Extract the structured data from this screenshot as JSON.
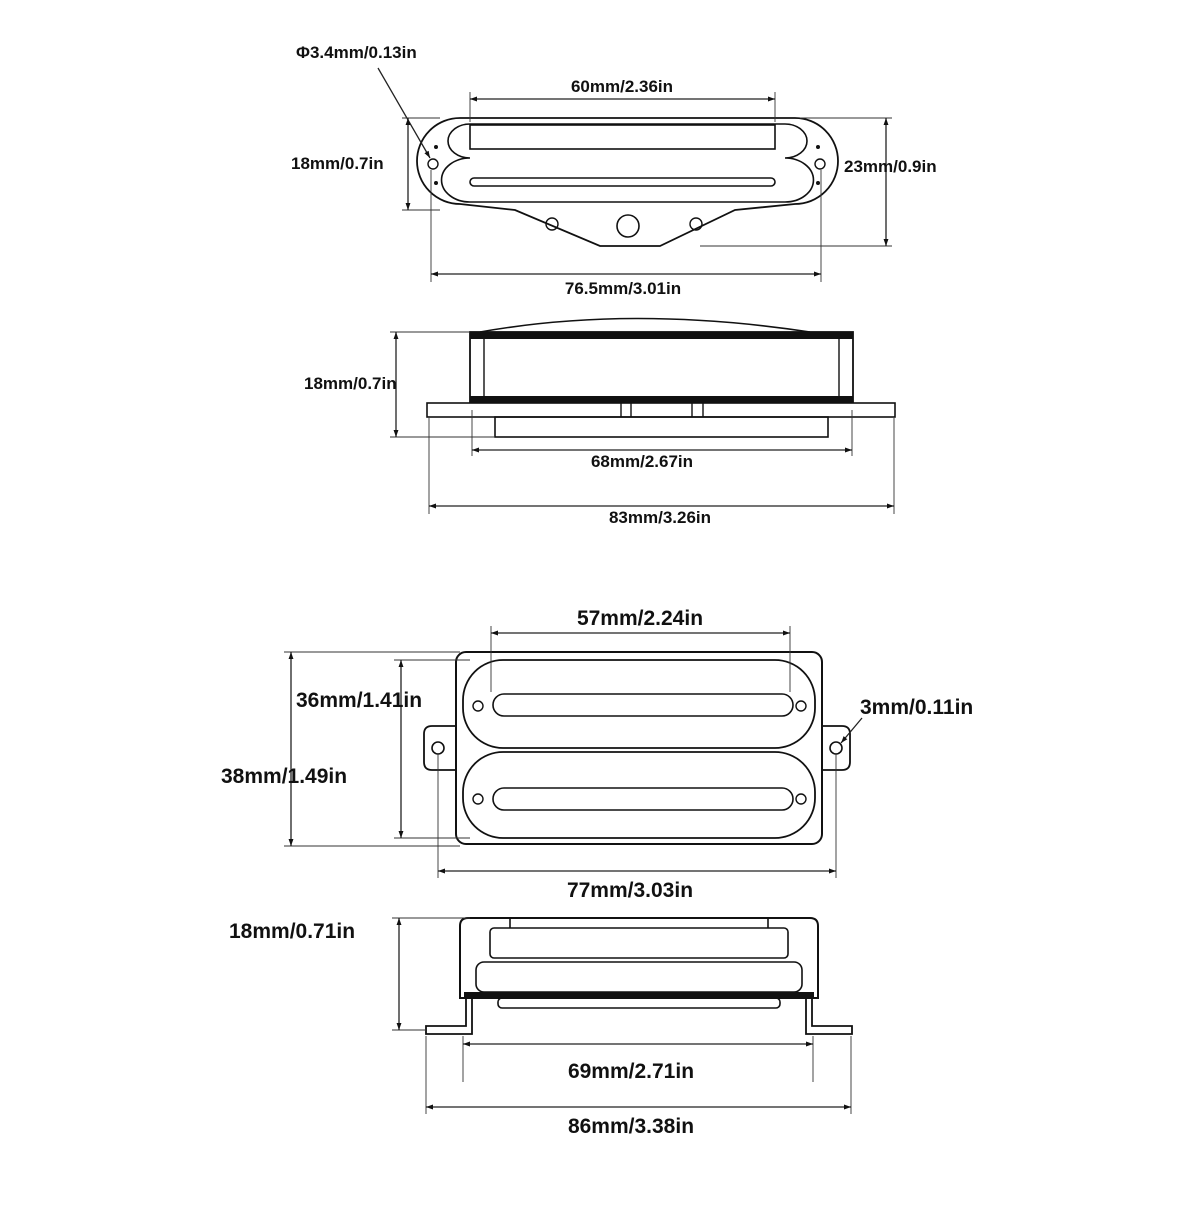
{
  "colors": {
    "line": "#111111",
    "background": "#ffffff"
  },
  "single_coil": {
    "top_view": {
      "hole_diameter": "Φ3.4mm/0.13in",
      "blade_length": "60mm/2.36in",
      "coil_height": "18mm/0.7in",
      "total_height": "23mm/0.9in",
      "mount_spacing": "76.5mm/3.01in"
    },
    "side_view": {
      "height": "18mm/0.7in",
      "body_length": "68mm/2.67in",
      "total_length": "83mm/3.26in"
    }
  },
  "humbucker": {
    "top_view": {
      "blade_length": "57mm/2.24in",
      "inner_width": "36mm/1.41in",
      "outer_width": "38mm/1.49in",
      "hole_diameter": "3mm/0.11in",
      "mount_spacing": "77mm/3.03in"
    },
    "side_view": {
      "height": "18mm/0.71in",
      "body_length": "69mm/2.71in",
      "total_length": "86mm/3.38in"
    }
  }
}
